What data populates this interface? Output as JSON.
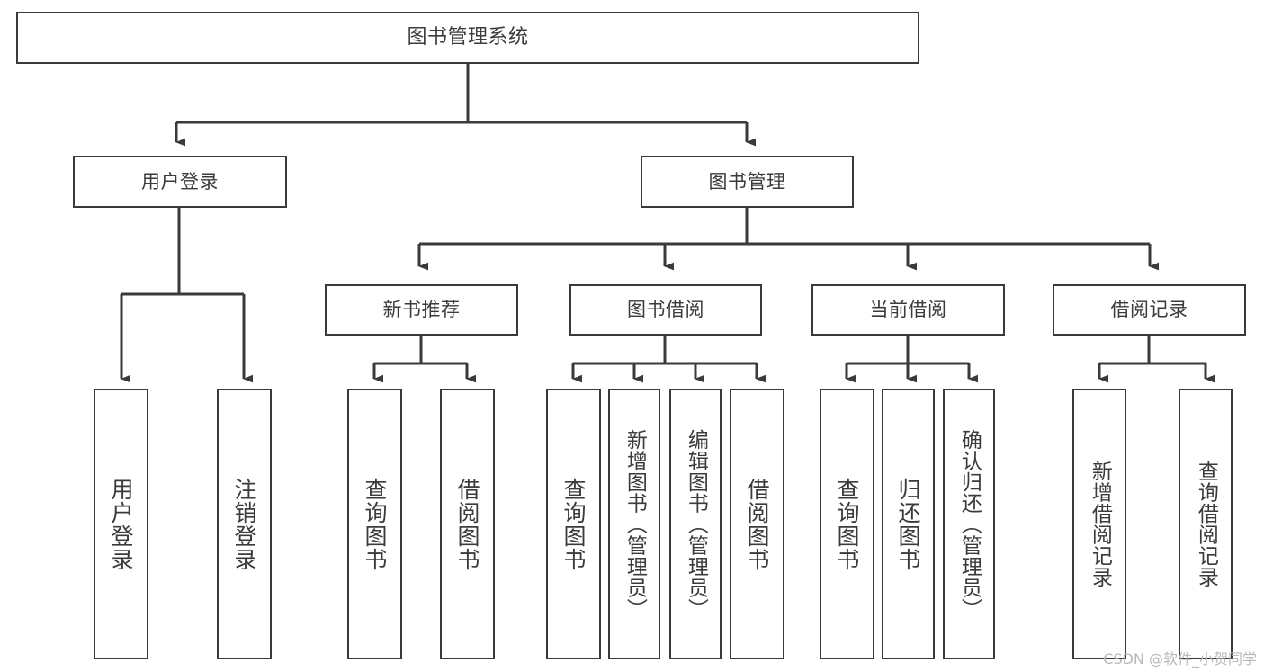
{
  "diagram": {
    "title": "图书管理系统",
    "type": "tree-hierarchy",
    "root": {
      "id": "root",
      "label": "图书管理系统"
    },
    "level2": [
      {
        "id": "user-login",
        "label": "用户登录"
      },
      {
        "id": "book-manage",
        "label": "图书管理"
      }
    ],
    "level3": [
      {
        "id": "new-book-recommend",
        "label": "新书推荐",
        "parent": "book-manage"
      },
      {
        "id": "book-borrow",
        "label": "图书借阅",
        "parent": "book-manage"
      },
      {
        "id": "current-borrow",
        "label": "当前借阅",
        "parent": "book-manage"
      },
      {
        "id": "borrow-record",
        "label": "借阅记录",
        "parent": "book-manage"
      }
    ],
    "leaves": [
      {
        "id": "leaf-user-login",
        "label": "用户登录",
        "parent": "user-login"
      },
      {
        "id": "leaf-user-logout",
        "label": "注销登录",
        "parent": "user-login"
      },
      {
        "id": "leaf-query-book-1",
        "label": "查询图书",
        "parent": "new-book-recommend"
      },
      {
        "id": "leaf-borrow-book-1",
        "label": "借阅图书",
        "parent": "new-book-recommend"
      },
      {
        "id": "leaf-query-book-2",
        "label": "查询图书",
        "parent": "book-borrow"
      },
      {
        "id": "leaf-add-book",
        "label": "新增图书（管理员）",
        "parent": "book-borrow"
      },
      {
        "id": "leaf-edit-book",
        "label": "编辑图书（管理员）",
        "parent": "book-borrow"
      },
      {
        "id": "leaf-borrow-book-2",
        "label": "借阅图书",
        "parent": "book-borrow"
      },
      {
        "id": "leaf-query-book-3",
        "label": "查询图书",
        "parent": "current-borrow"
      },
      {
        "id": "leaf-return-book",
        "label": "归还图书",
        "parent": "current-borrow"
      },
      {
        "id": "leaf-confirm-return",
        "label": "确认归还（管理员）",
        "parent": "current-borrow"
      },
      {
        "id": "leaf-add-record",
        "label": "新增借阅记录",
        "parent": "borrow-record"
      },
      {
        "id": "leaf-query-record",
        "label": "查询借阅记录",
        "parent": "borrow-record"
      }
    ],
    "watermark": "CSDN @软件_小贺同学",
    "colors": {
      "border": "#3a3a3a",
      "text": "#3b3b3b",
      "background": "#ffffff",
      "connector": "#3a3a3a",
      "watermark": "#b9b9b9"
    }
  }
}
